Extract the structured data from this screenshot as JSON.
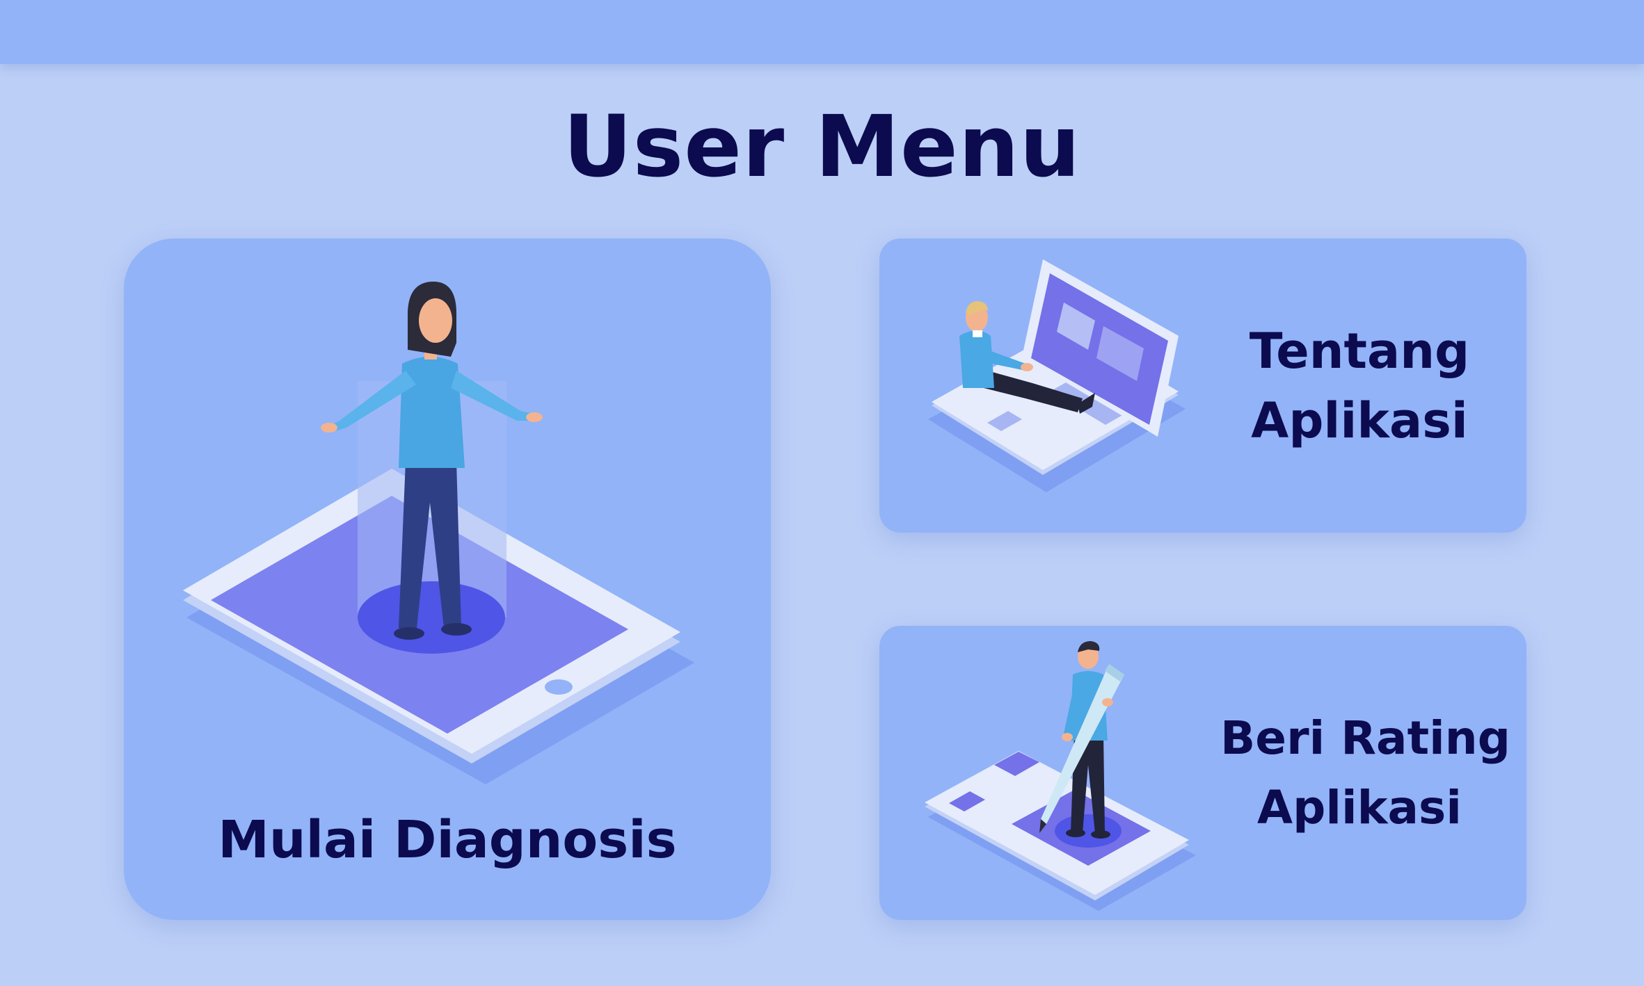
{
  "header": {
    "title": "User Menu"
  },
  "menu": {
    "diagnosis": {
      "label": "Mulai Diagnosis",
      "illustration": "woman-on-tablet-illustration"
    },
    "about": {
      "line1": "Tentang",
      "line2": "Aplikasi",
      "illustration": "man-on-laptop-illustration"
    },
    "rating": {
      "line1": "Beri Rating",
      "line2": "Aplikasi",
      "illustration": "man-with-pen-illustration"
    }
  },
  "colors": {
    "background": "#bccff7",
    "topbar": "#92b3f8",
    "card": "#92b3f8",
    "text": "#0c0b4f",
    "accent": "#7b83ee"
  }
}
